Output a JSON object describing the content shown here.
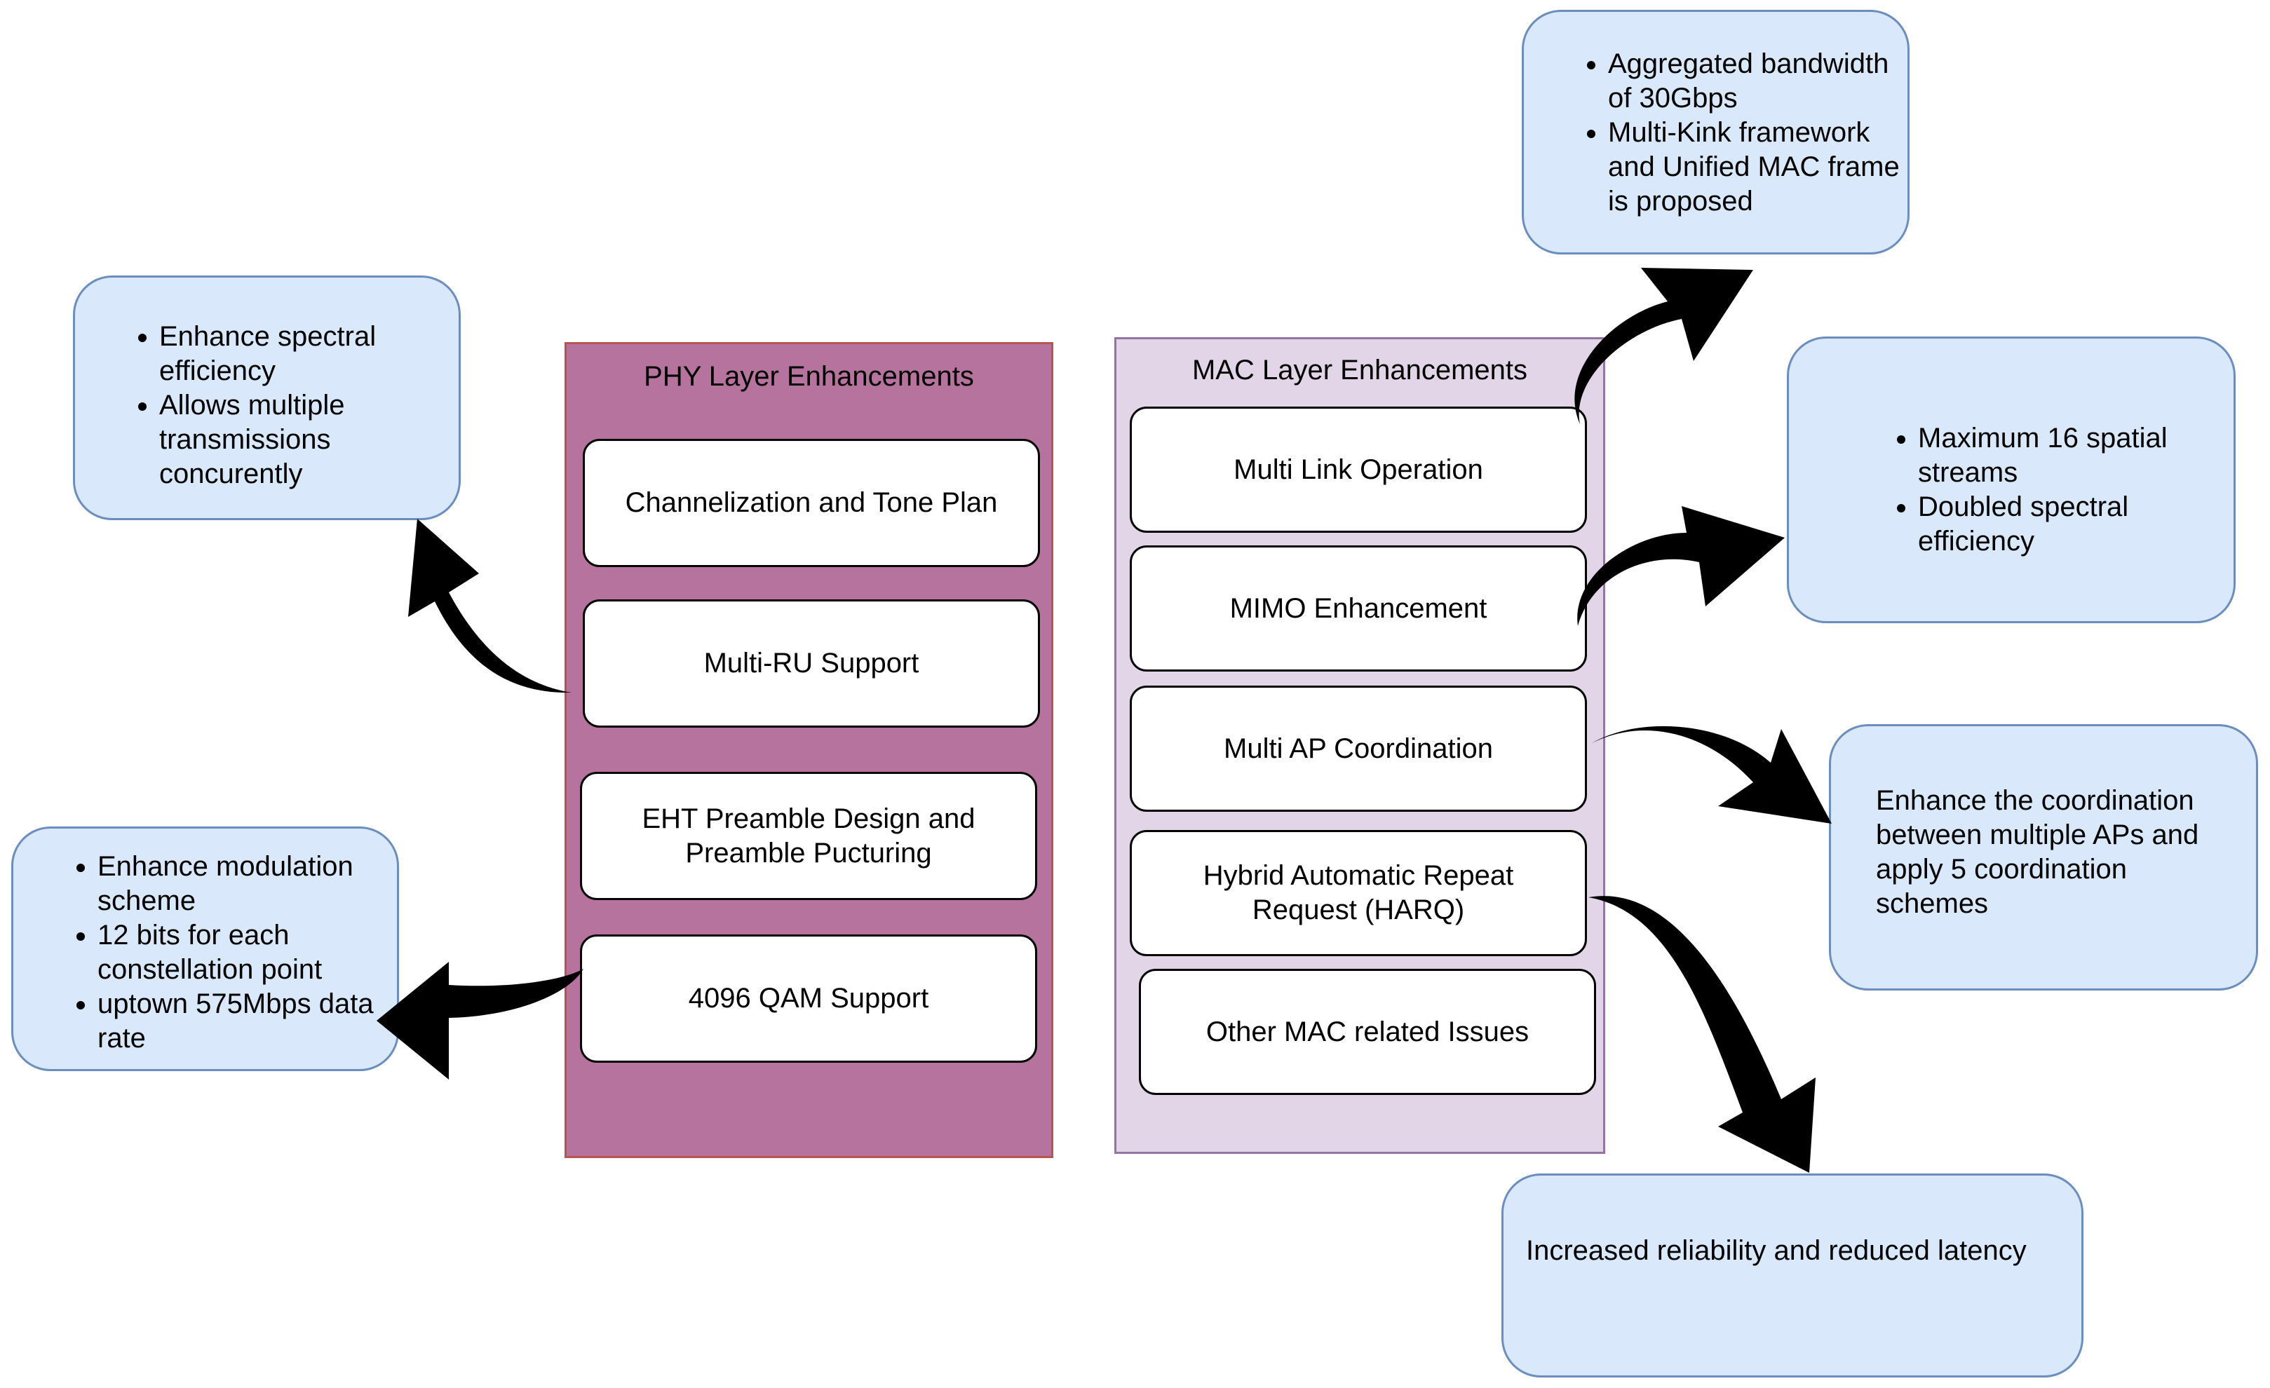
{
  "phy": {
    "title": "PHY Layer Enhancements",
    "items": [
      "Channelization and Tone Plan",
      "Multi-RU Support",
      "EHT Preamble  Design and Preamble Pucturing",
      "4096 QAM Support"
    ]
  },
  "mac": {
    "title": "MAC Layer Enhancements",
    "items": [
      "Multi Link Operation",
      "MIMO Enhancement",
      "Multi AP Coordination",
      "Hybrid Automatic Repeat Request (HARQ)",
      "Other MAC related Issues"
    ]
  },
  "callouts": {
    "multi_ru": [
      "Enhance spectral efficiency",
      "Allows multiple transmissions concurently"
    ],
    "qam": [
      "Enhance modulation scheme",
      "12 bits for each constellation point",
      "uptown 575Mbps data rate"
    ],
    "mlo": [
      "Aggregated bandwidth of 30Gbps",
      "Multi-Kink framework and Unified MAC frame is proposed"
    ],
    "mimo": [
      "Maximum 16 spatial streams",
      "Doubled spectral efficiency"
    ],
    "map": "Enhance the coordination between multiple APs and apply 5 coordination schemes",
    "harq": "Increased reliability and reduced latency"
  },
  "colors": {
    "phy_fill": "#b5739d",
    "phy_border": "#b85450",
    "mac_fill": "#e1d5e7",
    "mac_border": "#9673a6",
    "callout_fill": "#dae8fc",
    "callout_border": "#6c8ebf",
    "arrow": "#000000"
  }
}
